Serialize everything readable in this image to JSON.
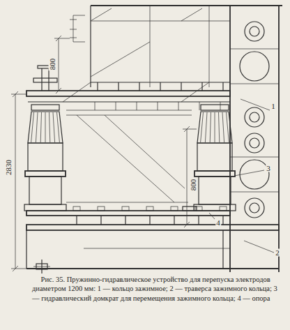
{
  "diagram": {
    "caption": "Рис. 35. Пружинно-гидравлическое устройство для перепуска электродов диаметром 1200 мм: 1 — кольцо зажимное; 2 — траверса зажимного кольца; 3 — гидравлический домкрат для перемещения зажимного кольца; 4 — опора",
    "labels": [
      "800",
      "2830",
      "800",
      "1",
      "3",
      "4",
      "2"
    ]
  }
}
